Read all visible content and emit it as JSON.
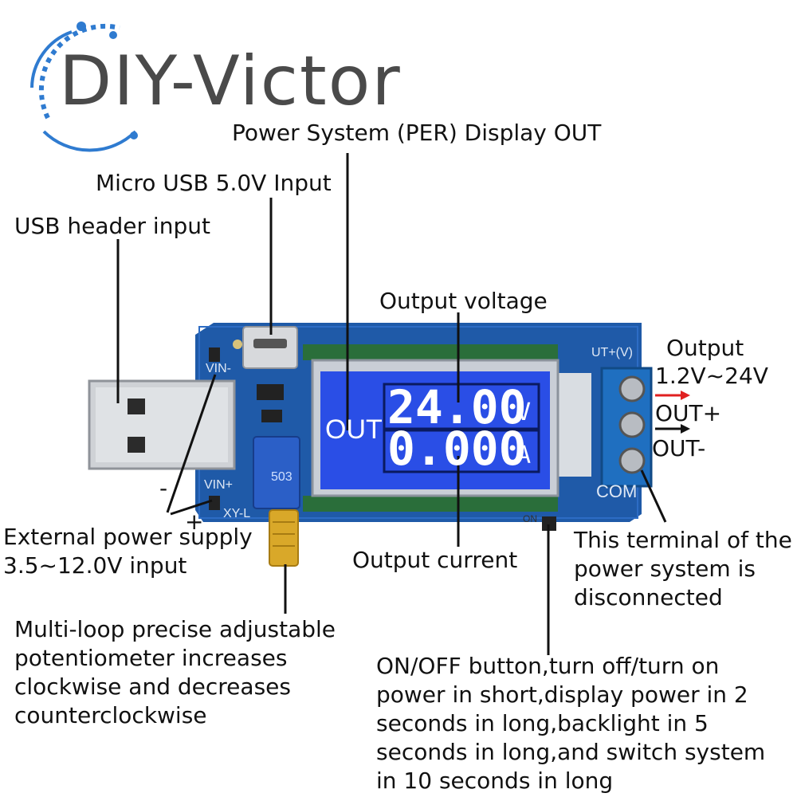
{
  "brand": {
    "name": "DIY-Victor"
  },
  "labels": {
    "power_display": "Power System (PER) Display OUT",
    "micro_usb": "Micro USB 5.0V Input",
    "usb_header": "USB header input",
    "output_voltage": "Output voltage",
    "output_current": "Output current",
    "output_range_title": "Output",
    "output_range_value": "1.2V~24V",
    "out_plus": "OUT+",
    "out_minus": "OUT-",
    "external_power": "External power supply\n3.5~12.0V input",
    "potentiometer": "Multi-loop precise adjustable\npotentiometer increases\nclockwise and decreases\ncounterclockwise",
    "terminal_note": "This terminal of the\npower system is\ndisconnected",
    "button_note": "ON/OFF button,turn off/turn on\npower in short,display power in 2\nseconds in long,backlight in 5\nseconds in long,and switch system\nin 10 seconds in long",
    "minus_sign": "-",
    "plus_sign": "+"
  },
  "display": {
    "mode": "OUT",
    "voltage_value": "24.00",
    "voltage_unit": "V",
    "current_value": "0.000",
    "current_unit": "A"
  },
  "silkscreen": {
    "vin_minus": "VIN-",
    "vin_plus": "VIN+",
    "model": "XY-L",
    "out_v": "UT+(V)",
    "com": "COM",
    "on_label": "ON",
    "pot_code": "503"
  },
  "colors": {
    "pcb": "#1f5aa8",
    "lcd": "#2a4ee6",
    "terminal": "#1f6fc0",
    "arrow_red": "#e02020",
    "logo_ring": "#2f7bd0"
  }
}
